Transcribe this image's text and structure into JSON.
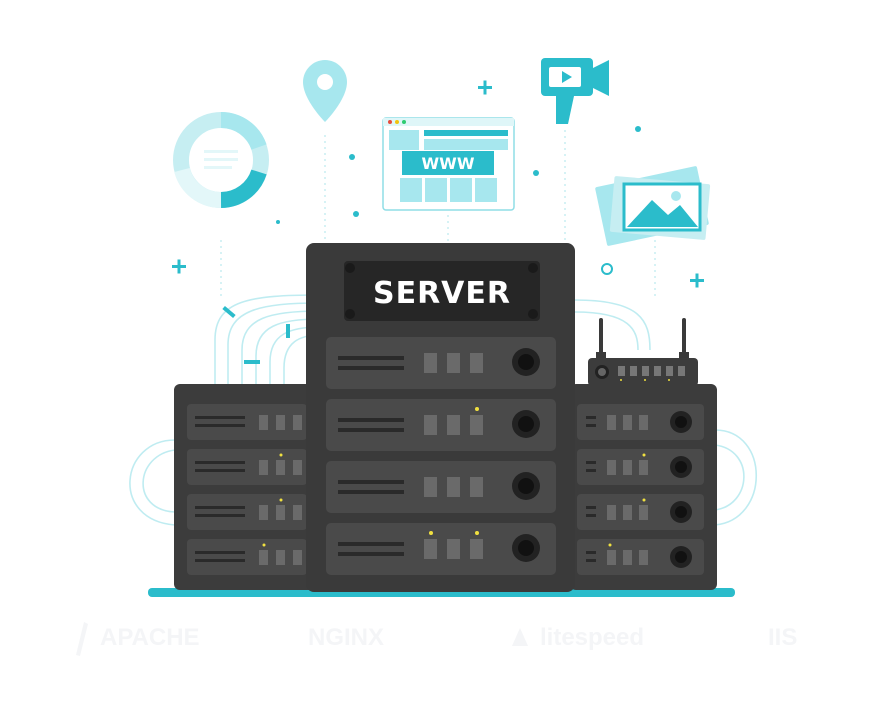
{
  "sign": {
    "label": "SERVER"
  },
  "browser_window": {
    "label": "WWW"
  },
  "logos": [
    {
      "name": "apache-logo",
      "label": "APACHE"
    },
    {
      "name": "nginx-logo",
      "label": "NGINX"
    },
    {
      "name": "litespeed-logo",
      "label": "litespeed"
    },
    {
      "name": "iis-logo",
      "label": "IIS"
    }
  ],
  "colors": {
    "accent": "#2bbccb",
    "accent_light": "#a7e7ee",
    "accent_pale": "#dff6f8",
    "server_body": "#3c3c3c",
    "server_unit": "#4a4a4a",
    "led": "#f0e040",
    "logo_watermark": "#f4f5f7"
  },
  "icons": [
    "donut-chart-icon",
    "location-pin-icon",
    "browser-window-icon",
    "video-camera-icon",
    "image-gallery-icon",
    "wifi-router-icon",
    "plus-icon",
    "cables-icon"
  ]
}
